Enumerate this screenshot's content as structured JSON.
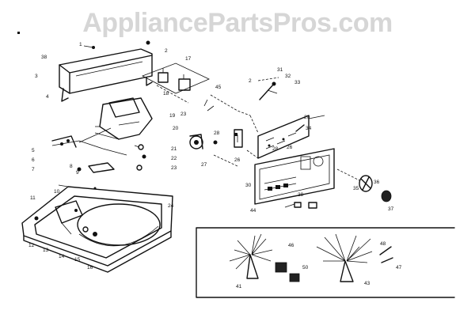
{
  "watermark": "AppliancePartsPros.com",
  "callouts": [
    {
      "id": "c-1",
      "label": "1"
    },
    {
      "id": "c-2a",
      "label": "2"
    },
    {
      "id": "c-38",
      "label": "38"
    },
    {
      "id": "c-3",
      "label": "3"
    },
    {
      "id": "c-4a",
      "label": "4"
    },
    {
      "id": "c-17",
      "label": "17"
    },
    {
      "id": "c-18",
      "label": "18"
    },
    {
      "id": "c-45",
      "label": "45"
    },
    {
      "id": "c-23a",
      "label": "23"
    },
    {
      "id": "c-2b",
      "label": "2"
    },
    {
      "id": "c-31",
      "label": "31"
    },
    {
      "id": "c-32",
      "label": "32"
    },
    {
      "id": "c-33",
      "label": "33"
    },
    {
      "id": "c-19",
      "label": "19"
    },
    {
      "id": "c-20a",
      "label": "20"
    },
    {
      "id": "c-5",
      "label": "5"
    },
    {
      "id": "c-6",
      "label": "6"
    },
    {
      "id": "c-7",
      "label": "7"
    },
    {
      "id": "c-21",
      "label": "21"
    },
    {
      "id": "c-22",
      "label": "22"
    },
    {
      "id": "c-23b",
      "label": "23"
    },
    {
      "id": "c-8",
      "label": "8"
    },
    {
      "id": "c-9",
      "label": "9"
    },
    {
      "id": "c-28a",
      "label": "28"
    },
    {
      "id": "c-27",
      "label": "27"
    },
    {
      "id": "c-26a",
      "label": "26"
    },
    {
      "id": "c-20b",
      "label": "20"
    },
    {
      "id": "c-34",
      "label": "34"
    },
    {
      "id": "c-26b",
      "label": "26"
    },
    {
      "id": "c-28b",
      "label": "28"
    },
    {
      "id": "c-10",
      "label": "10"
    },
    {
      "id": "c-11",
      "label": "11"
    },
    {
      "id": "c-24",
      "label": "24"
    },
    {
      "id": "c-30",
      "label": "30"
    },
    {
      "id": "c-39",
      "label": "39"
    },
    {
      "id": "c-35",
      "label": "35"
    },
    {
      "id": "c-36",
      "label": "36"
    },
    {
      "id": "c-37",
      "label": "37"
    },
    {
      "id": "c-44",
      "label": "44"
    },
    {
      "id": "c-12",
      "label": "12"
    },
    {
      "id": "c-13",
      "label": "13"
    },
    {
      "id": "c-14",
      "label": "14"
    },
    {
      "id": "c-15",
      "label": "15"
    },
    {
      "id": "c-16",
      "label": "16"
    },
    {
      "id": "c-46",
      "label": "46"
    },
    {
      "id": "c-50",
      "label": "50"
    },
    {
      "id": "c-48",
      "label": "48"
    },
    {
      "id": "c-47",
      "label": "47"
    },
    {
      "id": "c-41",
      "label": "41"
    },
    {
      "id": "c-43",
      "label": "43"
    }
  ]
}
